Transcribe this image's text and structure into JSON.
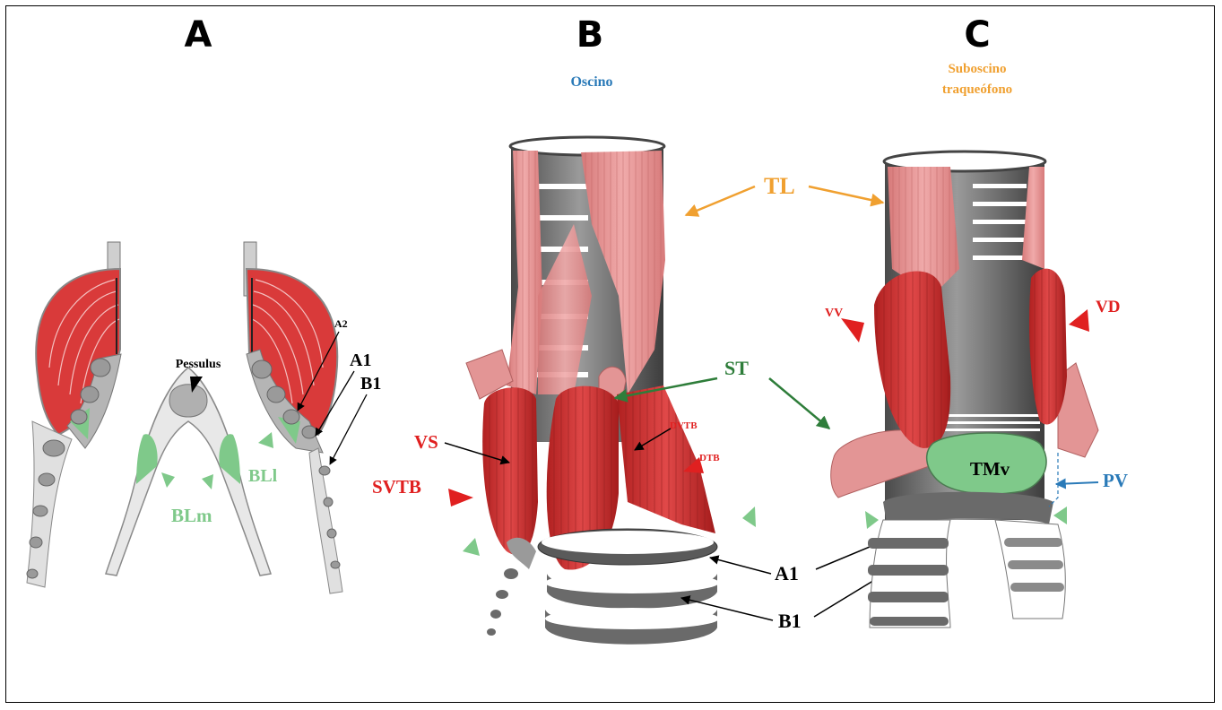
{
  "panels": {
    "a": {
      "letter": "A",
      "labels": {
        "pessulus": "Pessulus",
        "a2": "A2",
        "a1": "A1",
        "b1": "B1",
        "bll": "BLl",
        "blm": "BLm"
      }
    },
    "b": {
      "letter": "B",
      "subtitle": "Oscino",
      "labels": {
        "vs": "VS",
        "svtb": "SVTB",
        "dvtb": "DVTB",
        "dtb": "DTB",
        "st": "ST",
        "tl": "TL",
        "a1": "A1",
        "b1": "B1"
      }
    },
    "c": {
      "letter": "C",
      "subtitle_line1": "Suboscino",
      "subtitle_line2": "traqueófono",
      "labels": {
        "vv": "VV",
        "vd": "VD",
        "tmv": "TMv",
        "pv": "PV"
      }
    }
  },
  "colors": {
    "muscle_red": "#d93a3a",
    "muscle_pink": "#e89a9a",
    "cartilage_gray": "#8a8a8a",
    "membrane_green": "#7fc98a",
    "label_red": "#e02020",
    "label_green": "#2e7d3a",
    "label_orange": "#f0a030",
    "label_blue": "#2a7ab8",
    "label_black": "#000000"
  }
}
